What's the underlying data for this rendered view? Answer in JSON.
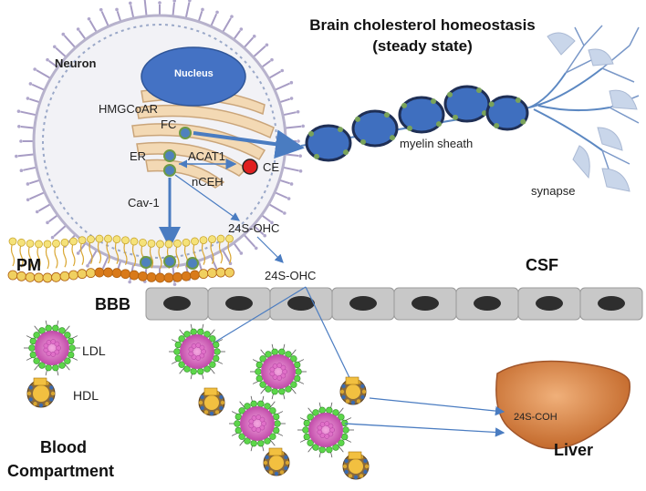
{
  "title_line1": "Brain cholesterol homeostasis",
  "title_line2": "(steady state)",
  "labels": {
    "neuron": "Neuron",
    "nucleus": "Nucleus",
    "hmgcoar": "HMGCoAR",
    "fc": "FC",
    "er": "ER",
    "acat1": "ACAT1",
    "ce": "CE",
    "nceh": "nCEH",
    "cav1": "Cav-1",
    "ohc_inner": "24S-OHC",
    "ohc_outer": "24S-OHC",
    "myelin": "myelin sheath",
    "synapse": "synapse",
    "pm": "PM",
    "csf": "CSF",
    "bbb": "BBB",
    "ldl": "LDL",
    "hdl": "HDL",
    "blood1": "Blood",
    "blood2": "Compartment",
    "liver": "Liver",
    "coh": "24S-COH"
  },
  "colors": {
    "arrow": "#4a7cc1",
    "nucleus": "#4472c4",
    "er": "#f3d9b4",
    "myelin": "#3f6fbf",
    "bbb_cell": "#c8c8c8",
    "ce_dot": "#e02020",
    "liver": "#d98a4a"
  }
}
